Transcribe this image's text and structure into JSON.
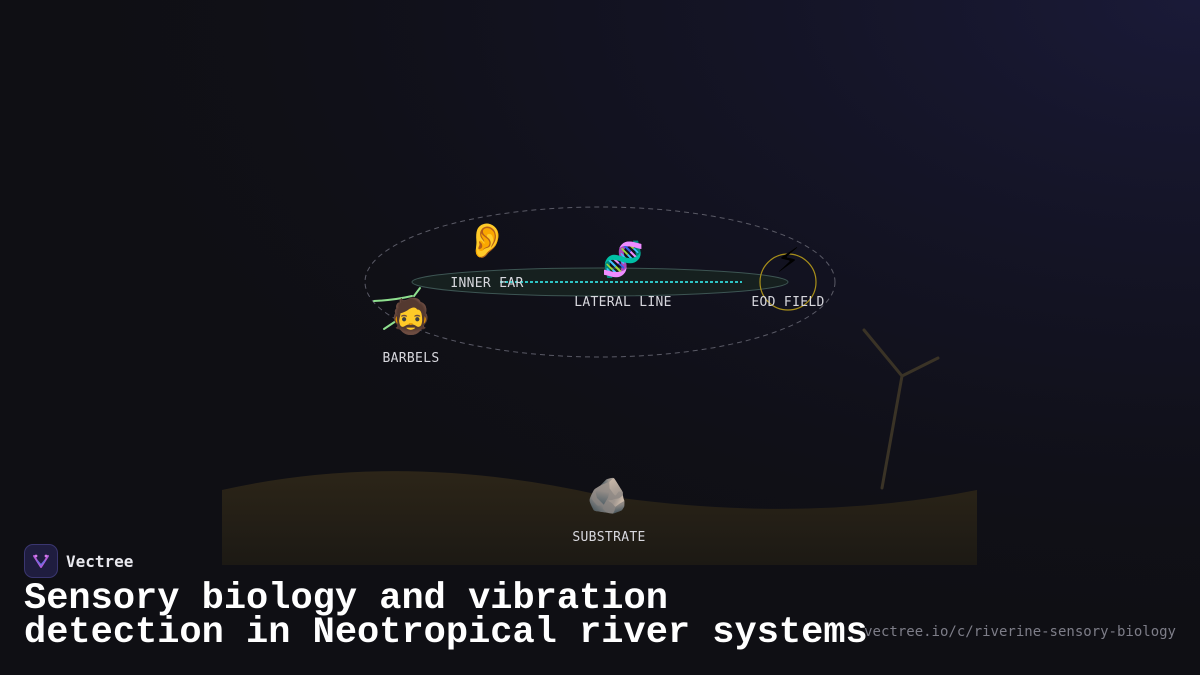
{
  "diagram": {
    "nodes": [
      {
        "id": "inner-ear",
        "label": "INNER EAR",
        "icon": "ear-icon",
        "glyph": "👂"
      },
      {
        "id": "lateral-line",
        "label": "LATERAL LINE",
        "icon": "dna-icon",
        "glyph": "🧬"
      },
      {
        "id": "eod-field",
        "label": "EOD FIELD",
        "icon": "lightning-icon",
        "glyph": "⚡"
      },
      {
        "id": "barbels",
        "label": "BARBELS",
        "icon": "bearded-face-icon",
        "glyph": "🧔"
      },
      {
        "id": "substrate",
        "label": "SUBSTRATE",
        "icon": "rock-icon",
        "glyph": "🪨"
      }
    ],
    "colors": {
      "lateral_line": "#2ec4c4",
      "barbels": "#8fe08f",
      "eod_ring": "#a88f1a",
      "substrate": "#2a2419",
      "branch": "#3a3326"
    }
  },
  "brand": {
    "name": "Vectree",
    "logo_icon": "vectree-logo-icon"
  },
  "title": "Sensory biology and vibration detection in Neotropical river systems",
  "url": "vectree.io/c/riverine-sensory-biology"
}
